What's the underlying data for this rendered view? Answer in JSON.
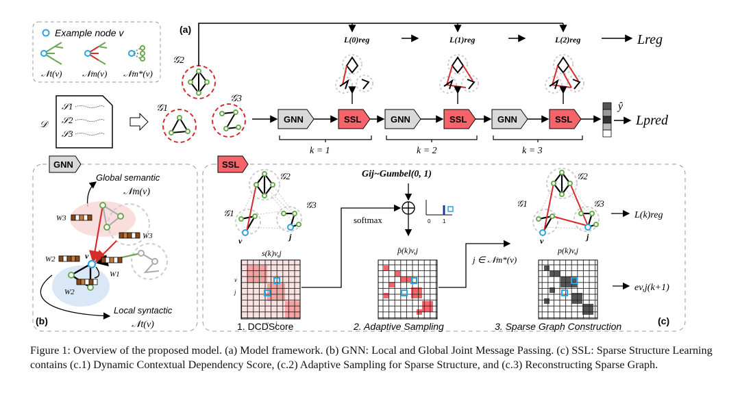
{
  "legend": {
    "example_node": "Example node v",
    "items": [
      "𝒩t(v)",
      "𝒩m(v)",
      "𝒩m*(v)"
    ]
  },
  "panel_a": {
    "label": "(a)",
    "dataset": "𝒟",
    "sentences": [
      "𝒮1",
      "𝒮2",
      "𝒮3"
    ],
    "graphs": [
      "𝒢1",
      "𝒢2",
      "𝒢3"
    ],
    "gnn_label": "GNN",
    "ssl_label": "SSL",
    "k_labels": [
      "k = 1",
      "k = 2",
      "k = 3"
    ],
    "reg_losses": [
      "L(0)reg",
      "L(1)reg",
      "L(2)reg"
    ],
    "l_reg": "Lreg",
    "l_pred": "Lpred",
    "y_hat": "ŷ"
  },
  "panel_b": {
    "tag": "GNN",
    "label": "(b)",
    "global": "Global semantic",
    "global_sym": "𝒩m(v)",
    "local": "Local syntactic",
    "local_sym": "𝒩t(v)",
    "weights": [
      "W3",
      "W3",
      "W2",
      "W1",
      "W2"
    ],
    "node_v": "v"
  },
  "panel_c": {
    "tag": "SSL",
    "label": "(c)",
    "graphs": [
      "𝒢1",
      "𝒢2",
      "𝒢3"
    ],
    "node_v": "v",
    "node_j": "j",
    "gumbel": "Gij~Gumbel(0, 1)",
    "softmax": "softmax",
    "s_label": "s(k)v,j",
    "p_hat_label": "p̂(k)v,j",
    "p_label": "p(k)v,j",
    "j_in": "j ∈ 𝒩m*(v)",
    "l_reg_k": "L(k)reg",
    "e_label": "ev,j(k+1)",
    "steps": [
      "1. DCDScore",
      "2. Adaptive Sampling",
      "3. Sparse Graph Construction"
    ],
    "axis_ticks": [
      "0",
      "1"
    ]
  },
  "caption": "Figure 1: Overview of the proposed model. (a) Model framework. (b) GNN: Local and Global Joint Message Passing. (c) SSL: Sparse Structure Learning contains (c.1) Dynamic Contextual Dependency Score, (c.2) Adaptive Sampling for Sparse Structure, and (c.3) Reconstructing Sparse Graph.",
  "colors": {
    "gnn_fill": "#d9d9d9",
    "ssl_fill": "#f4646a",
    "node_green": "#6aa84f",
    "red_edge": "#d42b2b",
    "highlight_blue": "#4fb3e8"
  }
}
